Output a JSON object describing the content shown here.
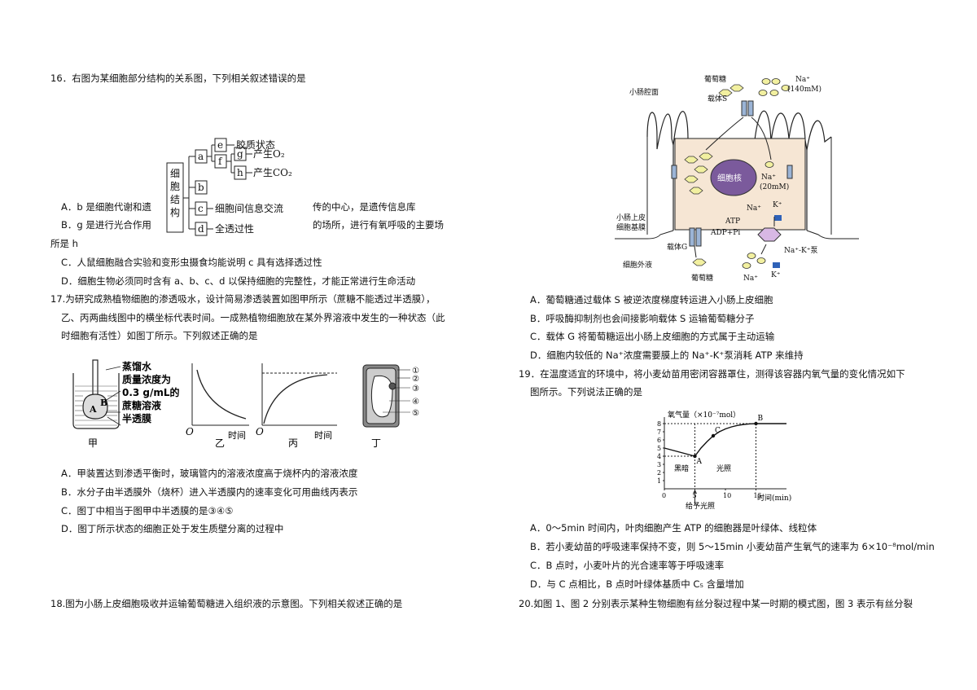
{
  "left": {
    "q16": {
      "stem": "16．右图为某细胞部分结构的关系图，下列相关叙述错误的是",
      "A1": "A．b 是细胞代谢和遗",
      "A2": "传的中心，是遗传信息库",
      "B1": "B．g 是进行光合作用",
      "B2": "的场所，进行有氧呼吸的主要场",
      "B3": "所是 h",
      "C": "C．人鼠细胞融合实验和变形虫摄食均能说明 c 具有选择透过性",
      "D": "D．细胞生物必须同时含有 a、b、c、d 以保持细胞的完整性，才能正常进行生命活动"
    },
    "diagram16": {
      "root": "细胞结构",
      "a": "a",
      "b": "b",
      "c": "c",
      "d": "d",
      "e": "e",
      "f": "f",
      "g": "g",
      "h": "h",
      "e_label": "胶质状态",
      "g_label": "产生O₂",
      "h_label": "产生CO₂",
      "c_label": "细胞间信息交流",
      "d_label": "全透过性"
    },
    "q17": {
      "stem1": "17.为研究成熟植物细胞的渗透吸水，设计简易渗透装置如图甲所示（蔗糖不能透过半透膜），",
      "stem2": "乙、丙两曲线图中的横坐标代表时间。一成熟植物细胞放在某外界溶液中发生的一种状态（此",
      "stem3": "时细胞有活性）如图丁所示。下列叙述正确的是",
      "A": "A．甲装置达到渗透平衡时，玻璃管内的溶液浓度高于烧杯内的溶液浓度",
      "B": "B．水分子由半透膜外（烧杯）进入半透膜内的速率变化可用曲线丙表示",
      "C": "C．图丁中相当于图甲中半透膜的是③④⑤",
      "D": "D．图丁所示状态的细胞正处于发生质壁分离的过程中"
    },
    "fig17": {
      "label1": "蒸馏水",
      "label2": "质量浓度为",
      "label3": "0.3 g/mL的",
      "label4": "蔗糖溶液",
      "label5": "半透膜",
      "A": "A",
      "B": "B",
      "jia": "甲",
      "yi": "乙",
      "bing": "丙",
      "ding": "丁",
      "origin": "O",
      "time": "时间",
      "n1": "①",
      "n2": "②",
      "n3": "③",
      "n4": "④",
      "n5": "⑤"
    },
    "q18": {
      "stem": "18.图为小肠上皮细胞吸收并运输葡萄糖进入组织液的示意图。下列相关叙述正确的是"
    }
  },
  "right": {
    "fig18": {
      "glucose": "葡萄糖",
      "na_top": "Na⁺",
      "na_top_conc": "(140mM)",
      "lumen": "小肠腔面",
      "carrier_s": "载体S",
      "nucleus": "细胞核",
      "na_mid": "Na⁺",
      "na_mid_conc": "(20mM)",
      "epi1": "小肠上皮",
      "epi2": "细胞基膜",
      "atp": "ATP",
      "adp": "ADP+Pi",
      "na_in": "Na⁺",
      "k_in": "K⁺",
      "carrier_g": "载体G",
      "pump": "Na⁺-K⁺泵",
      "ecf": "细胞外液",
      "glucose_bottom": "葡萄糖",
      "na_bottom": "Na⁺",
      "k_bottom": "K⁺"
    },
    "q18": {
      "A": "A．葡萄糖通过载体 S 被逆浓度梯度转运进入小肠上皮细胞",
      "B": "B．呼吸酶抑制剂也会间接影响载体 S 运输葡萄糖分子",
      "C": "C．载体 G 将葡萄糖运出小肠上皮细胞的方式属于主动运输",
      "D": "D．细胞内较低的 Na⁺浓度需要膜上的 Na⁺-K⁺泵消耗 ATP 来维持"
    },
    "q19": {
      "stem1": "19．在温度适宜的环境中，将小麦幼苗用密闭容器罩住，测得该容器内氧气量的变化情况如下",
      "stem2": "图所示。下列说法正确的是",
      "A": "A．0～5min 时间内，叶肉细胞产生 ATP 的细胞器是叶绿体、线粒体",
      "B": "B．若小麦幼苗的呼吸速率保持不变，则 5～15min 小麦幼苗产生氧气的速率为 6×10⁻⁸mol/min",
      "C": "C．B 点时，小麦叶片的光合速率等于呼吸速率",
      "D": "D．与 C 点相比，B 点时叶绿体基质中 C₅ 含量增加"
    },
    "q20": {
      "stem": "20.如图 1、图 2 分别表示某种生物细胞有丝分裂过程中某一时期的模式图，图 3 表示有丝分裂"
    }
  },
  "chart_data": {
    "type": "line",
    "ylabel": "氧气量（×10⁻⁷mol）",
    "xlabel": "时间(min)",
    "x_ticks": [
      "0",
      "5",
      "10",
      "15"
    ],
    "y_ticks": [
      "1",
      "2",
      "3",
      "4",
      "5",
      "6",
      "7",
      "8"
    ],
    "xlim": [
      0,
      20
    ],
    "ylim": [
      0,
      8
    ],
    "series": [
      {
        "x": [
          0,
          5
        ],
        "y": [
          5,
          4
        ]
      },
      {
        "x": [
          5,
          6,
          7,
          8,
          9,
          10,
          11,
          12,
          13,
          14,
          15,
          16,
          17,
          18,
          19,
          20
        ],
        "y": [
          4,
          5.0,
          5.8,
          6.5,
          7.0,
          7.35,
          7.6,
          7.78,
          7.9,
          7.97,
          8,
          8,
          8,
          8,
          8,
          8
        ]
      }
    ],
    "points": [
      {
        "name": "A",
        "x": 5,
        "y": 4
      },
      {
        "name": "C",
        "x": 8,
        "y": 6.5
      },
      {
        "name": "B",
        "x": 15,
        "y": 8
      }
    ],
    "regions": [
      "黑暗",
      "光照"
    ],
    "annotation": "给予光照"
  }
}
